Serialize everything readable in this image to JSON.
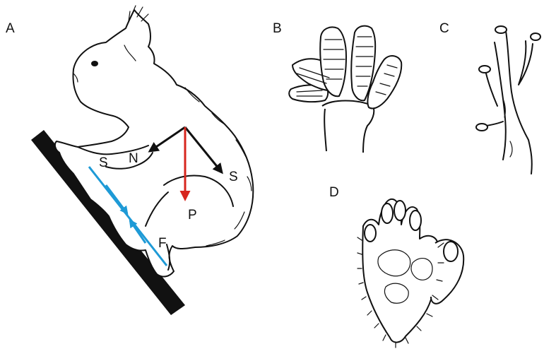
{
  "panels": {
    "a": "A",
    "b": "B",
    "c": "C",
    "d": "D"
  },
  "force_labels": {
    "normal": "N",
    "shear": "S",
    "weight": "P",
    "friction": "F",
    "shear_contact": "S"
  },
  "colors": {
    "weight_arrow": "#d7261e",
    "contact_lines": "#1e9ad6",
    "force_arrows": "#111111",
    "surface": "#111111"
  }
}
